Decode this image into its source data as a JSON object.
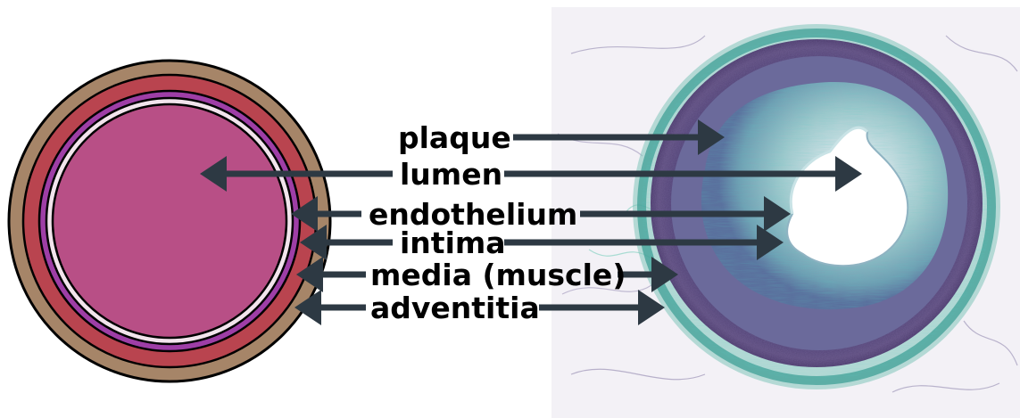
{
  "labels": {
    "plaque": "plaque",
    "lumen": "lumen",
    "endothelium": "endothelium",
    "intima": "intima",
    "media": "media (muscle)",
    "adventitia": "adventitia"
  },
  "colors": {
    "adventitia": "#a68568",
    "media": "#b9444f",
    "intima": "#9e3ea6",
    "endothelium": "#f2e4ec",
    "lumen": "#b84f86",
    "arrow": "#2d3943",
    "stain_teal": "#5fb0a8",
    "stain_purple": "#4e3f78",
    "background": "#ffffff"
  }
}
